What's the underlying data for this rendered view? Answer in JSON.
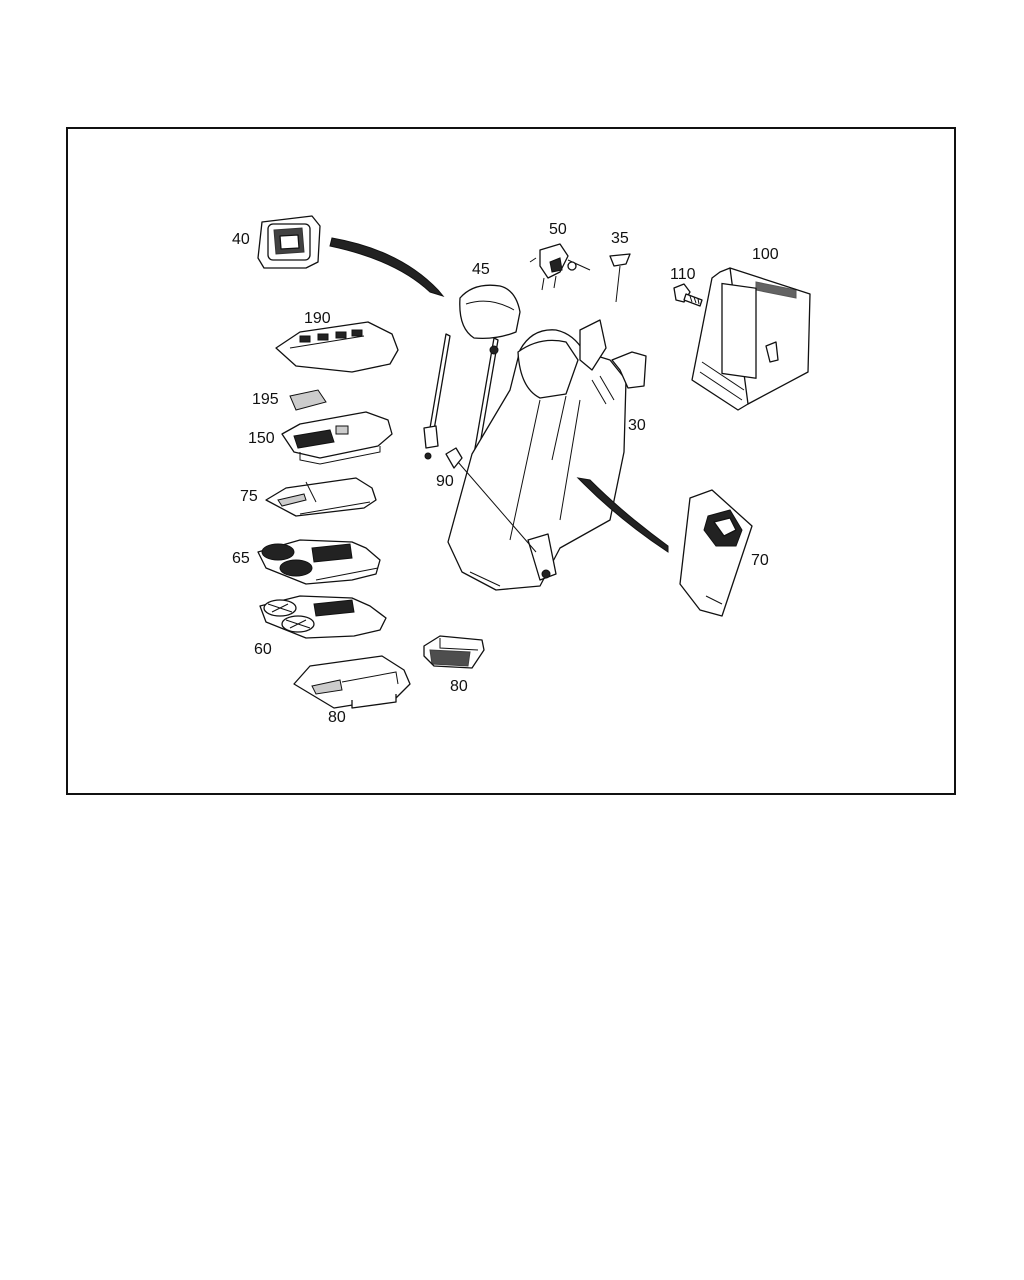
{
  "diagram": {
    "callouts": {
      "c40": "40",
      "c45": "45",
      "c50": "50",
      "c35": "35",
      "c110": "110",
      "c100": "100",
      "c190": "190",
      "c195": "195",
      "c150": "150",
      "c30": "30",
      "c90": "90",
      "c75": "75",
      "c65": "65",
      "c70": "70",
      "c60": "60",
      "c80a": "80",
      "c80b": "80"
    }
  }
}
